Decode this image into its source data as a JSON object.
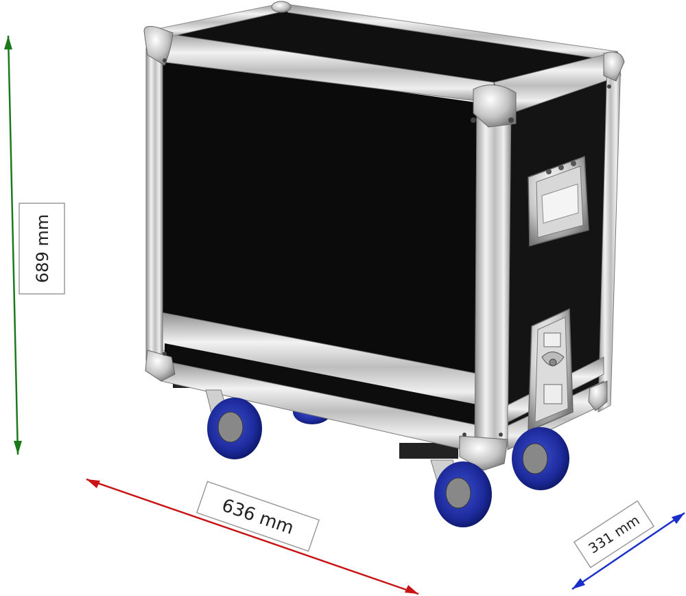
{
  "dimensions": {
    "height": {
      "label": "689 mm",
      "color": "#1a7a1a"
    },
    "width": {
      "label": "636 mm",
      "color": "#c81414"
    },
    "depth": {
      "label": "331 mm",
      "color": "#1a2fc8"
    }
  },
  "colors": {
    "case_body": "#0d0d0d",
    "aluminium": "#c8c8c8",
    "wheel": "#1c2a9a"
  }
}
